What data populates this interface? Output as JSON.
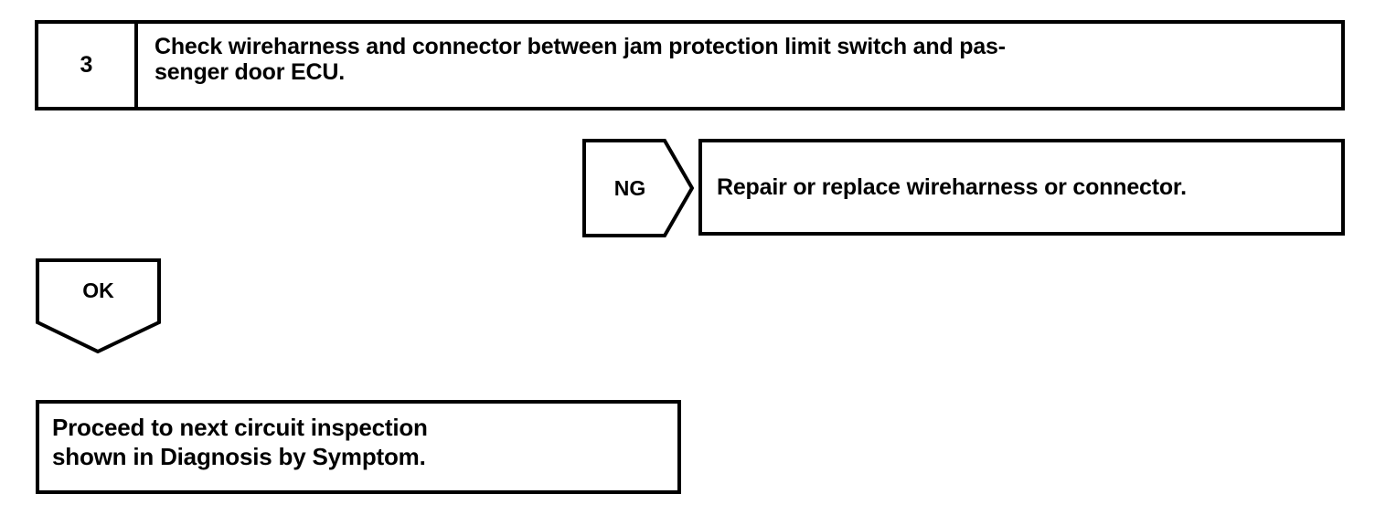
{
  "document": {
    "type": "troubleshooting-flowchart",
    "ink_color": "#000000",
    "background_color": "#ffffff"
  },
  "step": {
    "number": "3",
    "instruction": "Check wireharness and connector between jam protection limit switch and pas-\nsenger door ECU."
  },
  "branches": {
    "ng": {
      "label": "NG",
      "shape": "right-pointing-pentagon",
      "result_text": "Repair or replace wireharness or connector."
    },
    "ok": {
      "label": "OK",
      "shape": "down-pointing-pentagon",
      "result_text": "Proceed to next circuit inspection\n shown in Diagnosis by Symptom."
    }
  }
}
